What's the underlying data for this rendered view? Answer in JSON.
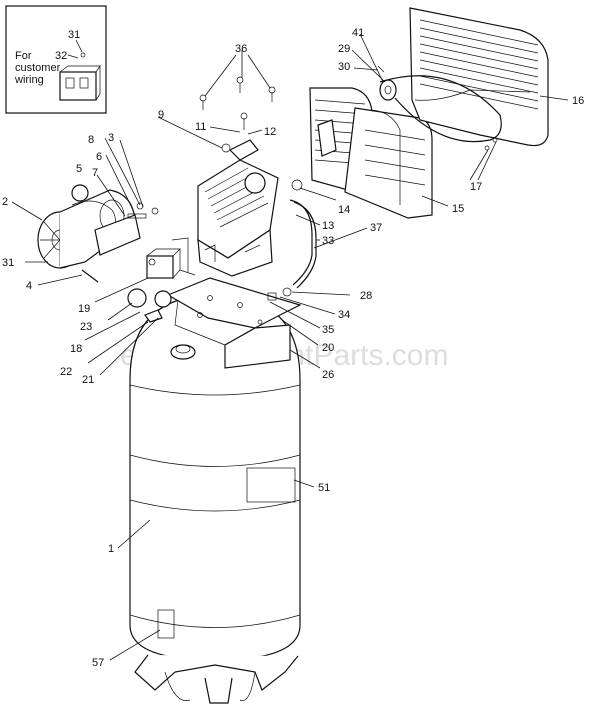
{
  "inset": {
    "caption_lines": [
      "For",
      "customer",
      "wiring"
    ],
    "labels": [
      "31",
      "32"
    ]
  },
  "watermark": "eReplacementParts.com",
  "callouts": {
    "c1": "1",
    "c2": "2",
    "c3": "3",
    "c4": "4",
    "c5": "5",
    "c6": "6",
    "c7": "7",
    "c8": "8",
    "c9": "9",
    "c11": "11",
    "c12": "12",
    "c13": "13",
    "c14": "14",
    "c15": "15",
    "c16": "16",
    "c17": "17",
    "c18": "18",
    "c19": "19",
    "c20": "20",
    "c21": "21",
    "c22": "22",
    "c23": "23",
    "c26": "26",
    "c28": "28",
    "c29": "29",
    "c30": "30",
    "c31": "31",
    "c33": "33",
    "c34": "34",
    "c35": "35",
    "c36": "36",
    "c37": "37",
    "c41": "41",
    "c51": "51",
    "c57": "57"
  }
}
